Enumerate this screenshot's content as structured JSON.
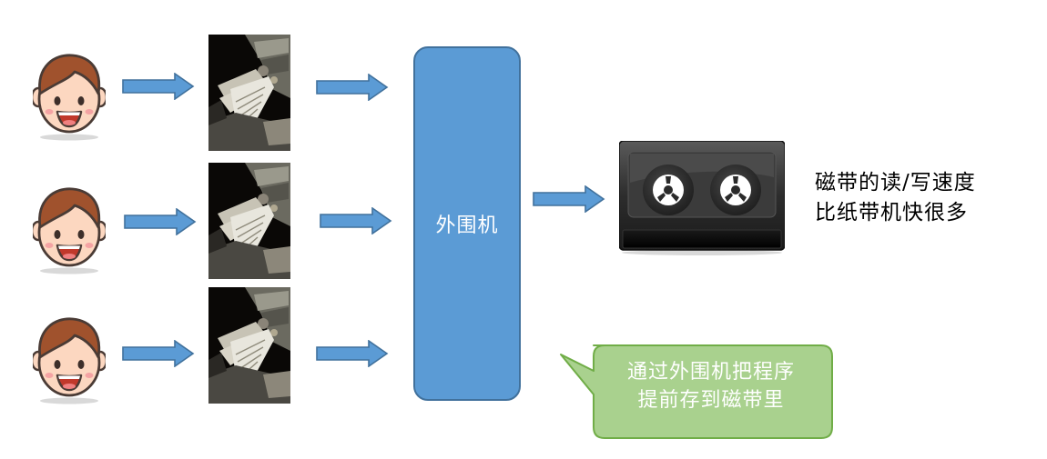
{
  "users": [
    {
      "id": "user-1"
    },
    {
      "id": "user-2"
    },
    {
      "id": "user-3"
    }
  ],
  "peripheral": {
    "label": "外围机"
  },
  "tape_note": {
    "line1": "磁带的读/写速度",
    "line2": "比纸带机快很多"
  },
  "callout": {
    "line1": "通过外围机把程序",
    "line2": "提前存到磁带里"
  },
  "colors": {
    "arrow_fill": "#5b9bd5",
    "arrow_stroke": "#41719c",
    "peripheral_fill": "#5b9bd5",
    "callout_fill": "#a9d18e",
    "callout_stroke": "#70ad47"
  },
  "icons": {
    "user": "user-face-icon",
    "reader": "paper-tape-reader-photo",
    "tape": "magnetic-tape-icon"
  }
}
